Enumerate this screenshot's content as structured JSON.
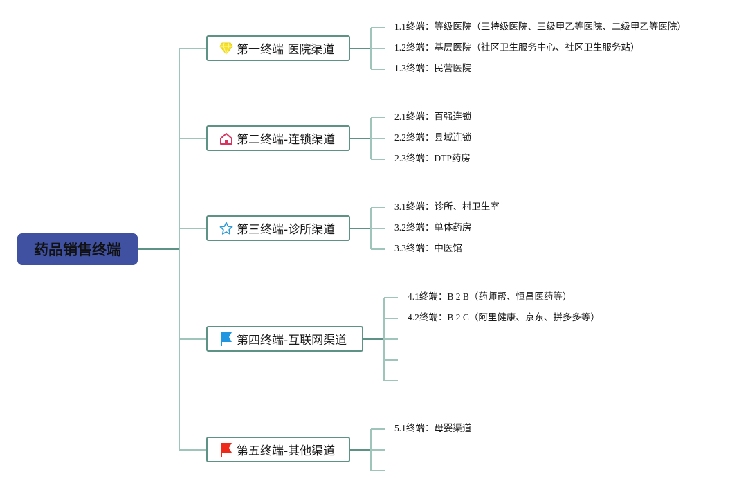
{
  "root": {
    "label": "药品销售终端",
    "color": "#3f51a0"
  },
  "line_colors": {
    "main": "#5e9285",
    "leaf": "#9fc4b9"
  },
  "branches": [
    {
      "label": "第一终端 医院渠道",
      "icon": "diamond-icon",
      "icon_color": "#f5e12a",
      "leaves": [
        "1.1终端：等级医院（三特级医院、三级甲乙等医院、二级甲乙等医院）",
        "1.2终端：基层医院（社区卫生服务中心、社区卫生服务站）",
        "1.3终端：民营医院"
      ]
    },
    {
      "label": "第二终端-连锁渠道",
      "icon": "home-icon",
      "icon_color": "#d8345f",
      "leaves": [
        "2.1终端：百强连锁",
        "2.2终端：县域连锁",
        "2.3终端：DTP药房"
      ]
    },
    {
      "label": "第三终端-诊所渠道",
      "icon": "star-icon",
      "icon_color": "#2f9ad8",
      "leaves": [
        "3.1终端：诊所、村卫生室",
        "3.2终端：单体药房",
        "3.3终端：中医馆"
      ]
    },
    {
      "label": "第四终端-互联网渠道",
      "icon": "flag-icon",
      "icon_color": "#2196e0",
      "leaves": [
        "4.1终端：B 2 B（药师帮、恒昌医药等）",
        "4.2终端：B 2 C（阿里健康、京东、拼多多等）",
        "",
        "",
        ""
      ]
    },
    {
      "label": "第五终端-其他渠道",
      "icon": "flag-icon",
      "icon_color": "#ee2a1b",
      "leaves": [
        "5.1终端：母婴渠道",
        "",
        ""
      ]
    }
  ]
}
